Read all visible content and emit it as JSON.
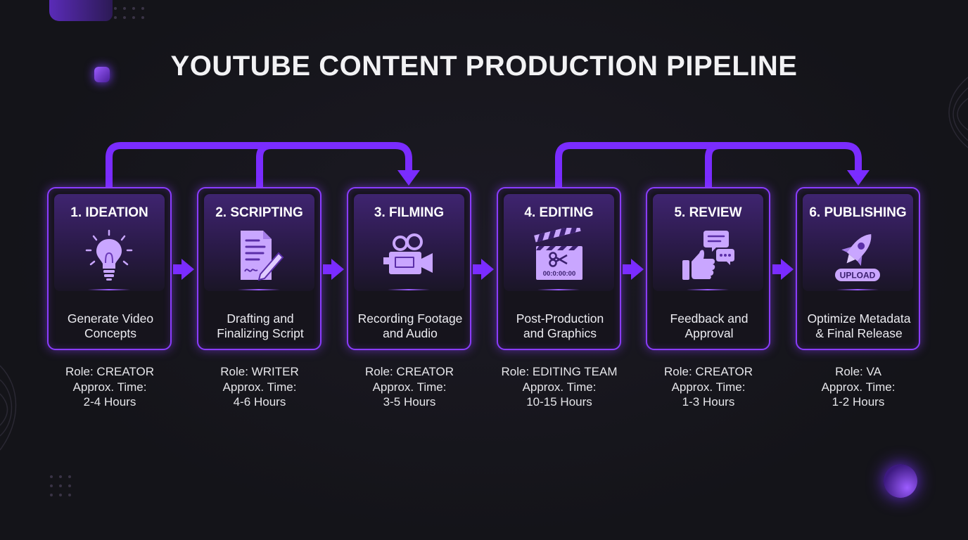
{
  "title": "YOUTUBE CONTENT PRODUCTION PIPELINE",
  "accent_color": "#8a3cff",
  "stages": [
    {
      "title": "1. IDEATION",
      "icon": "lightbulb-icon",
      "desc_line1": "Generate Video",
      "desc_line2": "Concepts",
      "role": "Role: CREATOR",
      "time_label": "Approx. Time:",
      "time_value": "2-4 Hours"
    },
    {
      "title": "2. SCRIPTING",
      "icon": "script-pen-icon",
      "desc_line1": "Drafting and",
      "desc_line2": "Finalizing Script",
      "role": "Role: WRITER",
      "time_label": "Approx. Time:",
      "time_value": "4-6 Hours"
    },
    {
      "title": "3. FILMING",
      "icon": "video-camera-icon",
      "desc_line1": "Recording Footage",
      "desc_line2": "and Audio",
      "role": "Role: CREATOR",
      "time_label": "Approx. Time:",
      "time_value": "3-5 Hours"
    },
    {
      "title": "4. EDITING",
      "icon": "clapperboard-scissors-icon",
      "clapper_text": "00:0:00:00",
      "desc_line1": "Post-Production",
      "desc_line2": "and Graphics",
      "role": "Role: EDITING TEAM",
      "time_label": "Approx. Time:",
      "time_value": "10-15 Hours"
    },
    {
      "title": "5. REVIEW",
      "icon": "thumbs-up-chat-icon",
      "desc_line1": "Feedback and",
      "desc_line2": "Approval",
      "role": "Role: CREATOR",
      "time_label": "Approx. Time:",
      "time_value": "1-3 Hours"
    },
    {
      "title": "6. PUBLISHING",
      "icon": "rocket-upload-icon",
      "upload_label": "UPLOAD",
      "desc_line1": "Optimize Metadata",
      "desc_line2": "& Final Release",
      "role": "Role: VA",
      "time_label": "Approx. Time:",
      "time_value": "1-2 Hours"
    }
  ]
}
